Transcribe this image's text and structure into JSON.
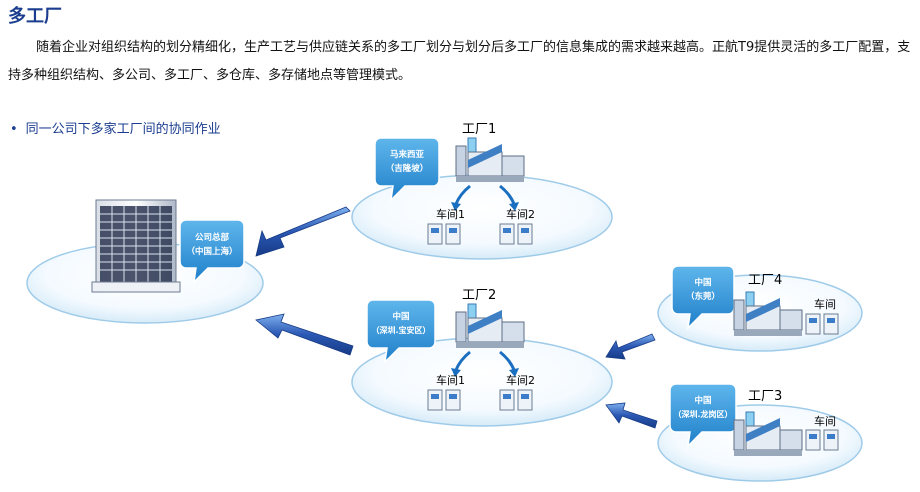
{
  "title": "多工厂",
  "paragraph": "随着企业对组织结构的划分精细化，生产工艺与供应链关系的多工厂划分与划分后多工厂的信息集成的需求越来越高。正航T9提供灵活的多工厂配置，支持多种组织结构、多公司、多工厂、多仓库、多存储地点等管理模式。",
  "bullet": "同一公司下多家工厂间的协同作业",
  "hq": {
    "callout_line1": "公司总部",
    "callout_line2": "（中国上海）"
  },
  "factory1": {
    "name": "工厂1",
    "callout_line1": "马来西亚",
    "callout_line2": "（吉隆坡）",
    "workshop_a": "车间1",
    "workshop_b": "车间2"
  },
  "factory2": {
    "name": "工厂2",
    "callout_line1": "中国",
    "callout_line2": "（深圳.宝安区）",
    "workshop_a": "车间1",
    "workshop_b": "车间2"
  },
  "factory4": {
    "name": "工厂4",
    "callout_line1": "中国",
    "callout_line2": "（东莞）",
    "workshop": "车间"
  },
  "factory3": {
    "name": "工厂3",
    "callout_line1": "中国",
    "callout_line2": "（深圳.龙岗区）",
    "workshop": "车间"
  },
  "colors": {
    "title": "#1a3d8f",
    "callout": "#2e8fd6",
    "disc_edge": "#8ec7ea",
    "arrow": "#2a58b4"
  }
}
